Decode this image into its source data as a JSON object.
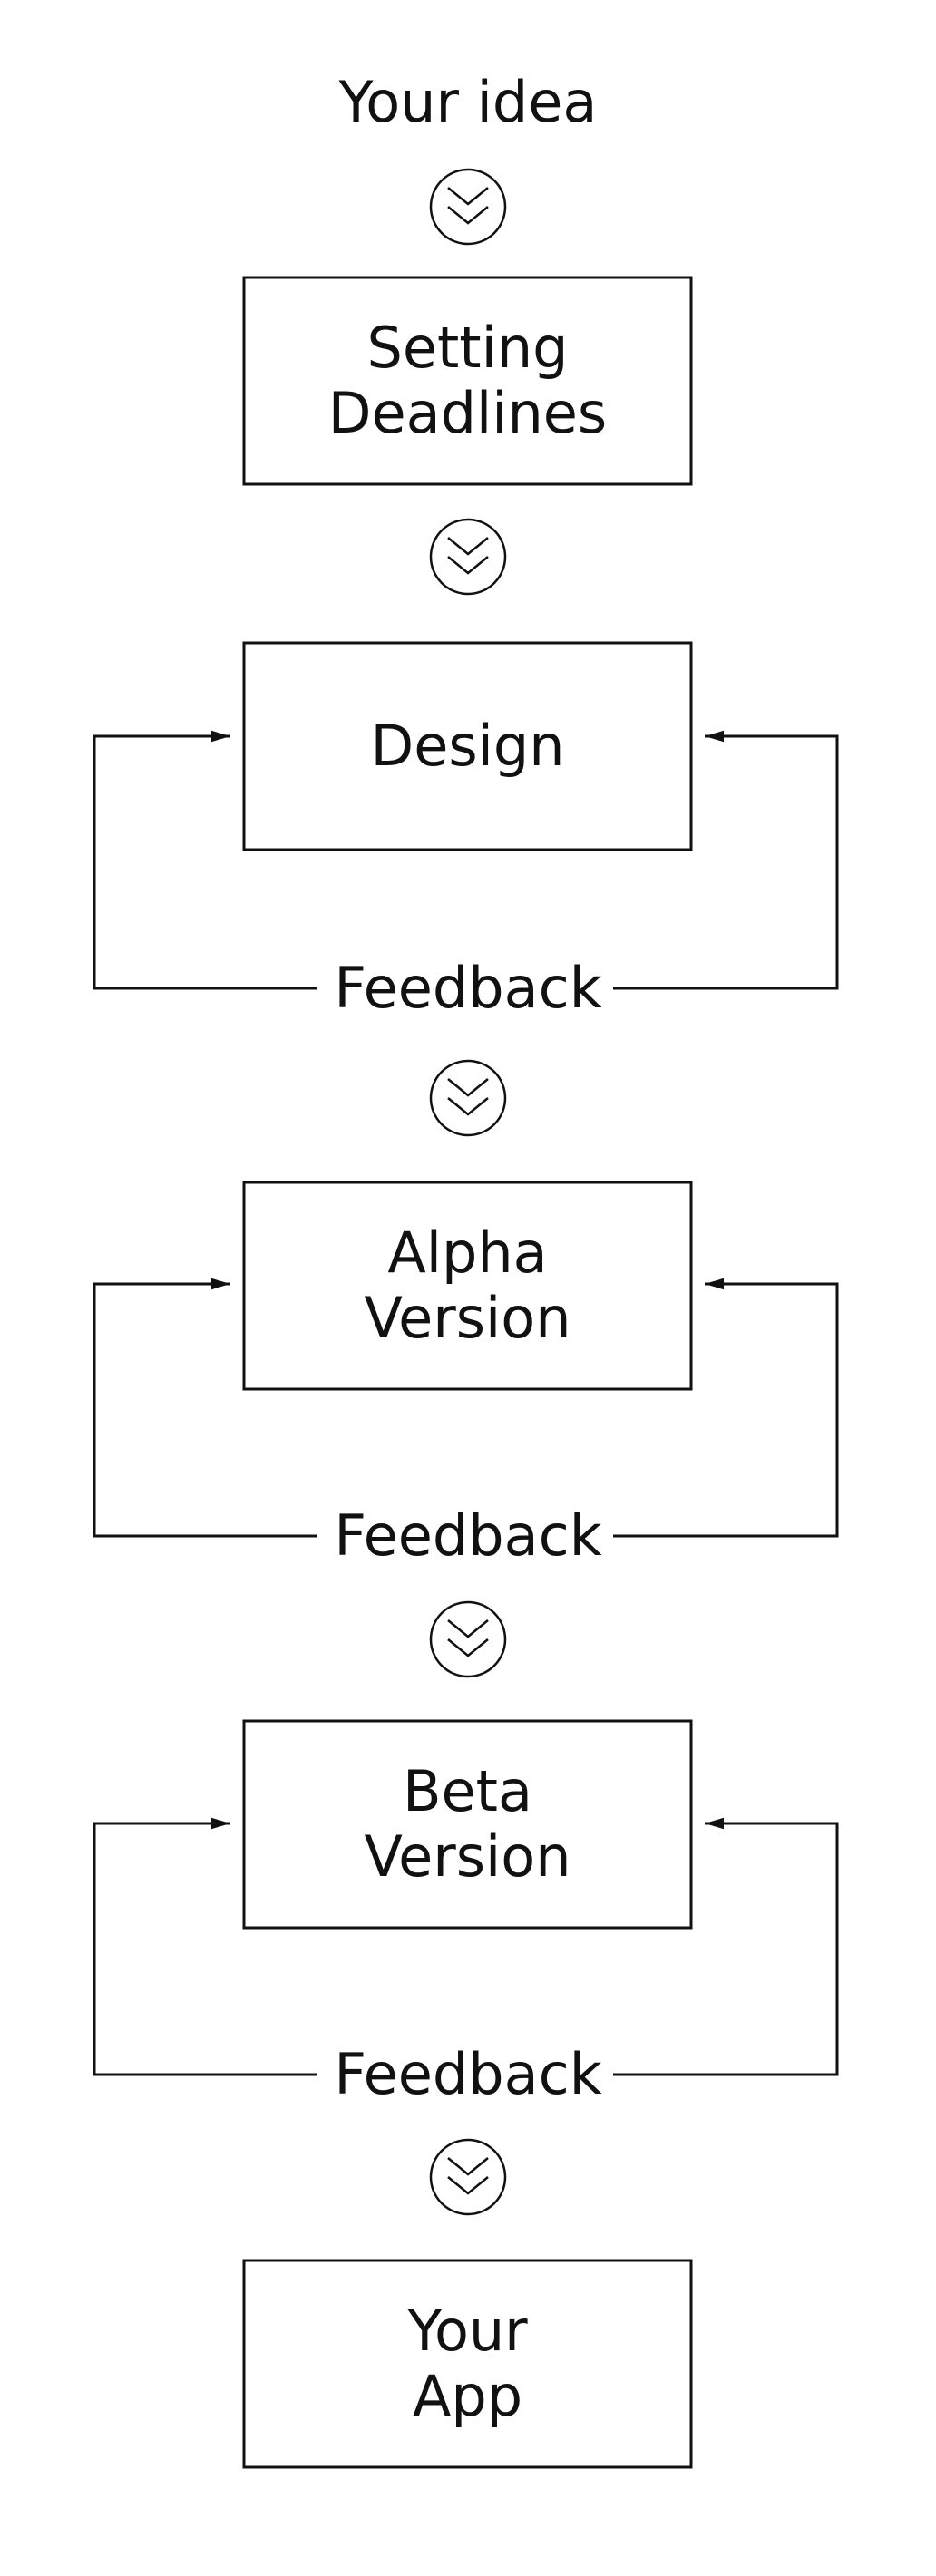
{
  "colors": {
    "stroke": "#111111",
    "background": "#ffffff"
  },
  "icons": {
    "step": "double-chevron-down-circle-icon"
  },
  "start": {
    "label": "Your idea"
  },
  "steps": [
    {
      "label": "Setting\nDeadlines"
    },
    {
      "label": "Design"
    },
    {
      "label": "Alpha\nVersion"
    },
    {
      "label": "Beta\nVersion"
    },
    {
      "label": "Your\nApp"
    }
  ],
  "feedback": [
    {
      "label": "Feedback"
    },
    {
      "label": "Feedback"
    },
    {
      "label": "Feedback"
    }
  ]
}
